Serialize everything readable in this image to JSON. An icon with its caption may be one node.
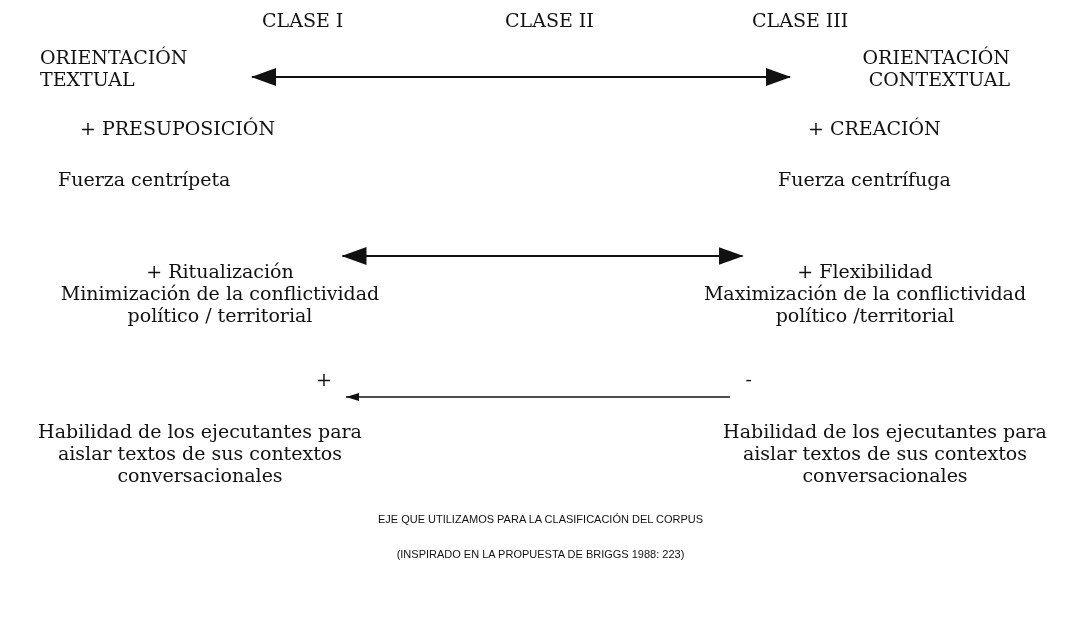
{
  "diagram": {
    "caption": "EJE QUE UTILIZAMOS PARA LA CLASIFICACIÓN DEL CORPUS",
    "nodes": [
      {
        "text": [
          "ORIENTACIÓN TEXTUAL"
        ]
      },
      {
        "text": [
          "ORIENTACIÓN CONTEXTUAL"
        ]
      },
      {
        "text": [
          "+ Ritualización",
          "Minimización de la conflictividad político / territorial"
        ]
      },
      {
        "text": [
          "+ Flexibilidad",
          "Maximización de la conflictividad político /territorial"
        ]
      },
      {
        "text": [
          "+"
        ]
      },
      {
        "text": [
          "-"
        ]
      },
      {
        "text": [
          "Habilidad de los ejecutantes para aislar textos de sus contextos conversacionales"
        ]
      },
      {
        "text": [
          "Habilidad de los ejecutantes para aislar textos de sus contextos conversacionales"
        ]
      }
    ],
    "edges": [
      {
        "from": 0,
        "to": 1,
        "arrow": "both"
      },
      {
        "from": 2,
        "to": 3,
        "arrow": "both"
      },
      {
        "from": 5,
        "to": 4,
        "arrow": "to"
      }
    ],
    "labels": [
      "CLASE I",
      "CLASE II",
      "CLASE III",
      "+ PRESUPOSICIÓN",
      "+ CREACIÓN",
      "Fuerza centrípeta",
      "Fuerza centrífuga",
      "(INSPIRADO EN LA PROPUESTA DE BRIGGS 1988: 223)"
    ]
  }
}
